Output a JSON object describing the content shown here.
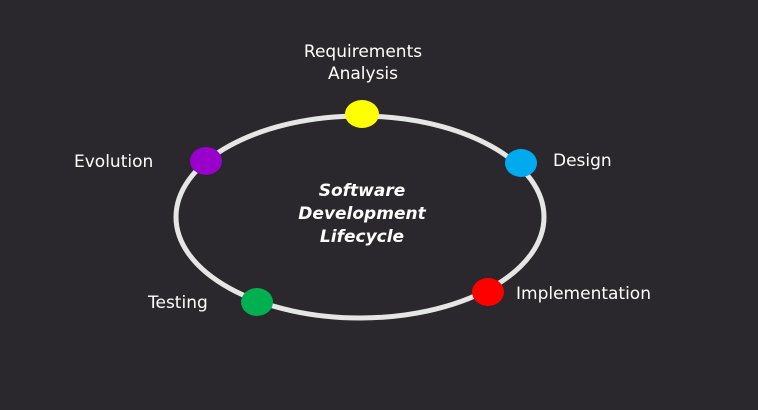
{
  "diagram": {
    "center_title": [
      "Software",
      "Development",
      "Lifecycle"
    ],
    "ring_color": "#e6e6e6",
    "background": "#2a282c",
    "stages": [
      {
        "id": "requirements",
        "label_lines": [
          "Requirements",
          "Analysis"
        ],
        "color": "#ffff00"
      },
      {
        "id": "design",
        "label_lines": [
          "Design"
        ],
        "color": "#00aaee"
      },
      {
        "id": "implementation",
        "label_lines": [
          "Implementation"
        ],
        "color": "#ff0000"
      },
      {
        "id": "testing",
        "label_lines": [
          "Testing"
        ],
        "color": "#00b050"
      },
      {
        "id": "evolution",
        "label_lines": [
          "Evolution"
        ],
        "color": "#9900cc"
      }
    ]
  }
}
